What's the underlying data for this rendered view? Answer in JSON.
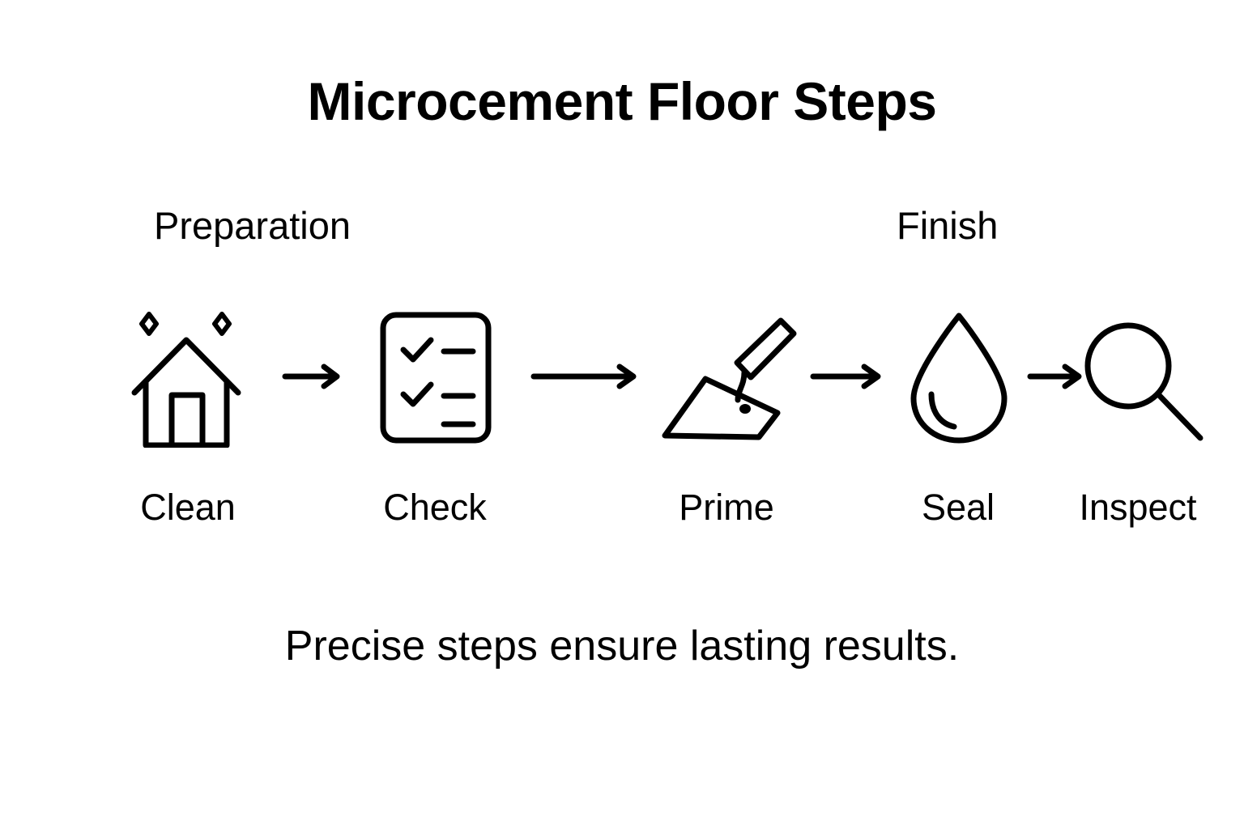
{
  "page": {
    "title": "Microcement Floor Steps",
    "caption": "Precise steps ensure lasting results.",
    "background_color": "#ffffff",
    "ink_color": "#000000"
  },
  "groups": [
    {
      "label": "Preparation"
    },
    {
      "label": "Finish"
    }
  ],
  "flow": {
    "steps": [
      {
        "label": "Clean",
        "icon": "sparkling-house-icon"
      },
      {
        "label": "Check",
        "icon": "checklist-icon"
      },
      {
        "label": "Prime",
        "icon": "trowel-icon"
      },
      {
        "label": "Seal",
        "icon": "water-droplet-icon"
      },
      {
        "label": "Inspect",
        "icon": "magnifying-glass-icon"
      }
    ],
    "connectors": [
      {
        "icon": "arrow-right-icon"
      },
      {
        "icon": "arrow-right-icon"
      },
      {
        "icon": "arrow-right-icon"
      },
      {
        "icon": "arrow-right-icon"
      }
    ]
  }
}
